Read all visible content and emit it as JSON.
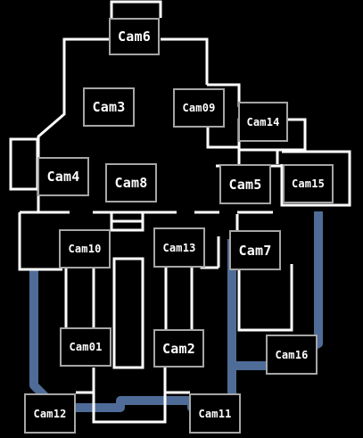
{
  "map": {
    "colors": {
      "background": "#000000",
      "walls": "#ffffff",
      "vent": "#4f6c98",
      "button_border": "#a6a6a6",
      "button_text": "#ffffff"
    },
    "cameras": [
      {
        "id": "cam6",
        "label": "Cam6"
      },
      {
        "id": "cam3",
        "label": "Cam3"
      },
      {
        "id": "cam09",
        "label": "Cam09"
      },
      {
        "id": "cam14",
        "label": "Cam14"
      },
      {
        "id": "cam4",
        "label": "Cam4"
      },
      {
        "id": "cam8",
        "label": "Cam8"
      },
      {
        "id": "cam5",
        "label": "Cam5"
      },
      {
        "id": "cam15",
        "label": "Cam15"
      },
      {
        "id": "cam10",
        "label": "Cam10"
      },
      {
        "id": "cam13",
        "label": "Cam13"
      },
      {
        "id": "cam7",
        "label": "Cam7"
      },
      {
        "id": "cam01",
        "label": "Cam01"
      },
      {
        "id": "cam2",
        "label": "Cam2"
      },
      {
        "id": "cam16",
        "label": "Cam16"
      },
      {
        "id": "cam12",
        "label": "Cam12"
      },
      {
        "id": "cam11",
        "label": "Cam11"
      }
    ]
  }
}
